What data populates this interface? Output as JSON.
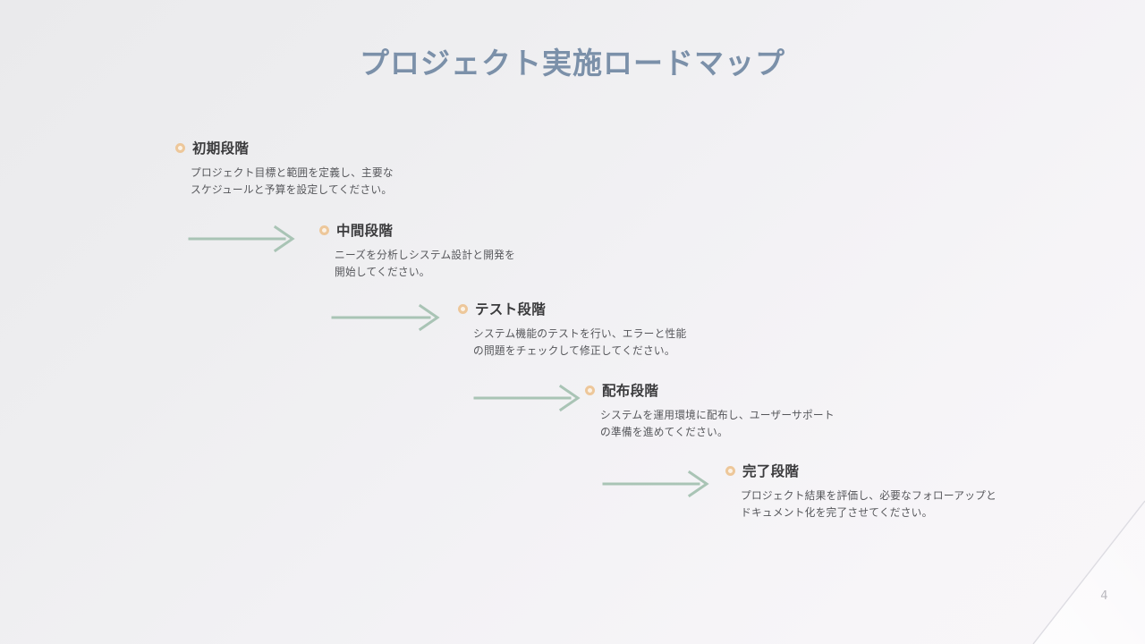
{
  "slide": {
    "title": "プロジェクト実施ロードマップ",
    "page_number": "4",
    "colors": {
      "title": "#7b90a9",
      "bullet_ring": "#edc79a",
      "arrow": "#a9c4b5",
      "heading": "#3b3b3d",
      "body": "#55565a",
      "background_start": "#eaeaec",
      "background_end": "#f8f6f9",
      "page_number": "#b9b8be"
    }
  },
  "steps": [
    {
      "bullet_icon": "ring-bullet-icon",
      "title": "初期段階",
      "description": "プロジェクト目標と範囲を定義し、主要な\nスケジュールと予算を設定してください。"
    },
    {
      "bullet_icon": "ring-bullet-icon",
      "title": "中間段階",
      "description": "ニーズを分析しシステム設計と開発を\n開始してください。"
    },
    {
      "bullet_icon": "ring-bullet-icon",
      "title": "テスト段階",
      "description": "システム機能のテストを行い、エラーと性能\nの問題をチェックして修正してください。"
    },
    {
      "bullet_icon": "ring-bullet-icon",
      "title": "配布段階",
      "description": "システムを運用環境に配布し、ユーザーサポート\nの準備を進めてください。"
    },
    {
      "bullet_icon": "ring-bullet-icon",
      "title": "完了段階",
      "description": "プロジェクト結果を評価し、必要なフォローアップと\nドキュメント化を完了させてください。"
    }
  ],
  "connectors": [
    {
      "icon": "right-arrow-icon"
    },
    {
      "icon": "right-arrow-icon"
    },
    {
      "icon": "right-arrow-icon"
    },
    {
      "icon": "right-arrow-icon"
    }
  ],
  "decoration": {
    "corner_icon": "diagonal-corner-accent-icon"
  }
}
